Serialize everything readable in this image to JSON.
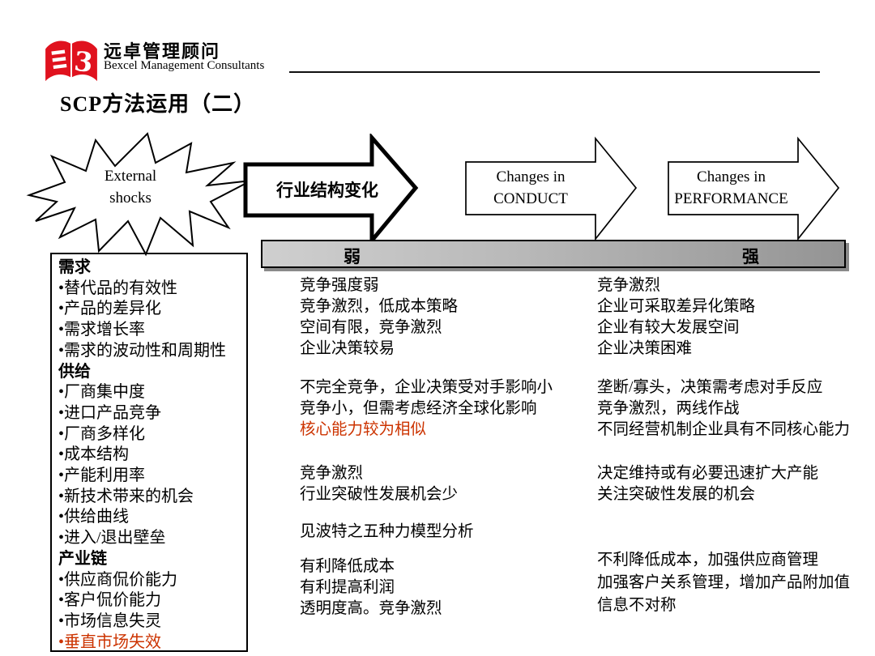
{
  "colors": {
    "accent": "#CC3300",
    "logo_red": "#E0121E",
    "bar_gradient_start": "#CFCFCF",
    "bar_gradient_end": "#949494"
  },
  "header": {
    "brand_cn": "远卓管理顾问",
    "brand_en": "Bexcel Management Consultants",
    "title": "SCP方法运用（二）"
  },
  "flow": {
    "external_shocks": {
      "line1": "External",
      "line2": "shocks"
    },
    "structure_label": "行业结构变化",
    "conduct": {
      "line1": "Changes in",
      "line2": "CONDUCT"
    },
    "performance": {
      "line1": "Changes in",
      "line2": "PERFORMANCE"
    }
  },
  "scale_bar": {
    "weak": "弱",
    "strong": "强"
  },
  "factors_panel": {
    "sections": [
      {
        "header": "需求",
        "items": [
          "替代品的有效性",
          "产品的差异化",
          "需求增长率",
          "需求的波动性和周期性"
        ]
      },
      {
        "header": "供给",
        "items": [
          "厂商集中度",
          "进口产品竞争",
          "厂商多样化",
          "成本结构",
          "产能利用率",
          "新技术带来的机会",
          "供给曲线",
          "进入/退出壁垒"
        ]
      },
      {
        "header": "产业链",
        "items": [
          "供应商侃价能力",
          "客户侃价能力",
          "市场信息失灵",
          {
            "text": "垂直市场失效",
            "highlight": true
          }
        ]
      }
    ]
  },
  "weak_column": {
    "blocks": [
      {
        "lines": [
          "竞争强度弱",
          "竞争激烈，低成本策略",
          "空间有限，竞争激烈",
          "企业决策较易"
        ]
      },
      {
        "lines": [
          "不完全竞争，企业决策受对手影响小",
          "竞争小，但需考虑经济全球化影响",
          {
            "text": "核心能力较为相似",
            "highlight": true
          }
        ]
      },
      {
        "lines": [
          "竞争激烈",
          "行业突破性发展机会少"
        ]
      },
      {
        "lines": [
          "见波特之五种力模型分析"
        ]
      },
      {
        "lines": [
          "有利降低成本",
          "有利提高利润",
          "透明度高。竞争激烈"
        ]
      }
    ]
  },
  "strong_column": {
    "blocks": [
      {
        "lines": [
          "竞争激烈",
          "企业可采取差异化策略",
          "企业有较大发展空间",
          "企业决策困难"
        ]
      },
      {
        "lines": [
          "垄断/寡头，决策需考虑对手反应",
          "竞争激烈，两线作战",
          "不同经营机制企业具有不同核心能力"
        ]
      },
      {
        "lines": [
          "决定维持或有必要迅速扩大产能",
          "关注突破性发展的机会"
        ]
      },
      {
        "lines": [
          "不利降低成本，加强供应商管理",
          "加强客户关系管理，增加产品附加值",
          "信息不对称"
        ]
      }
    ]
  }
}
